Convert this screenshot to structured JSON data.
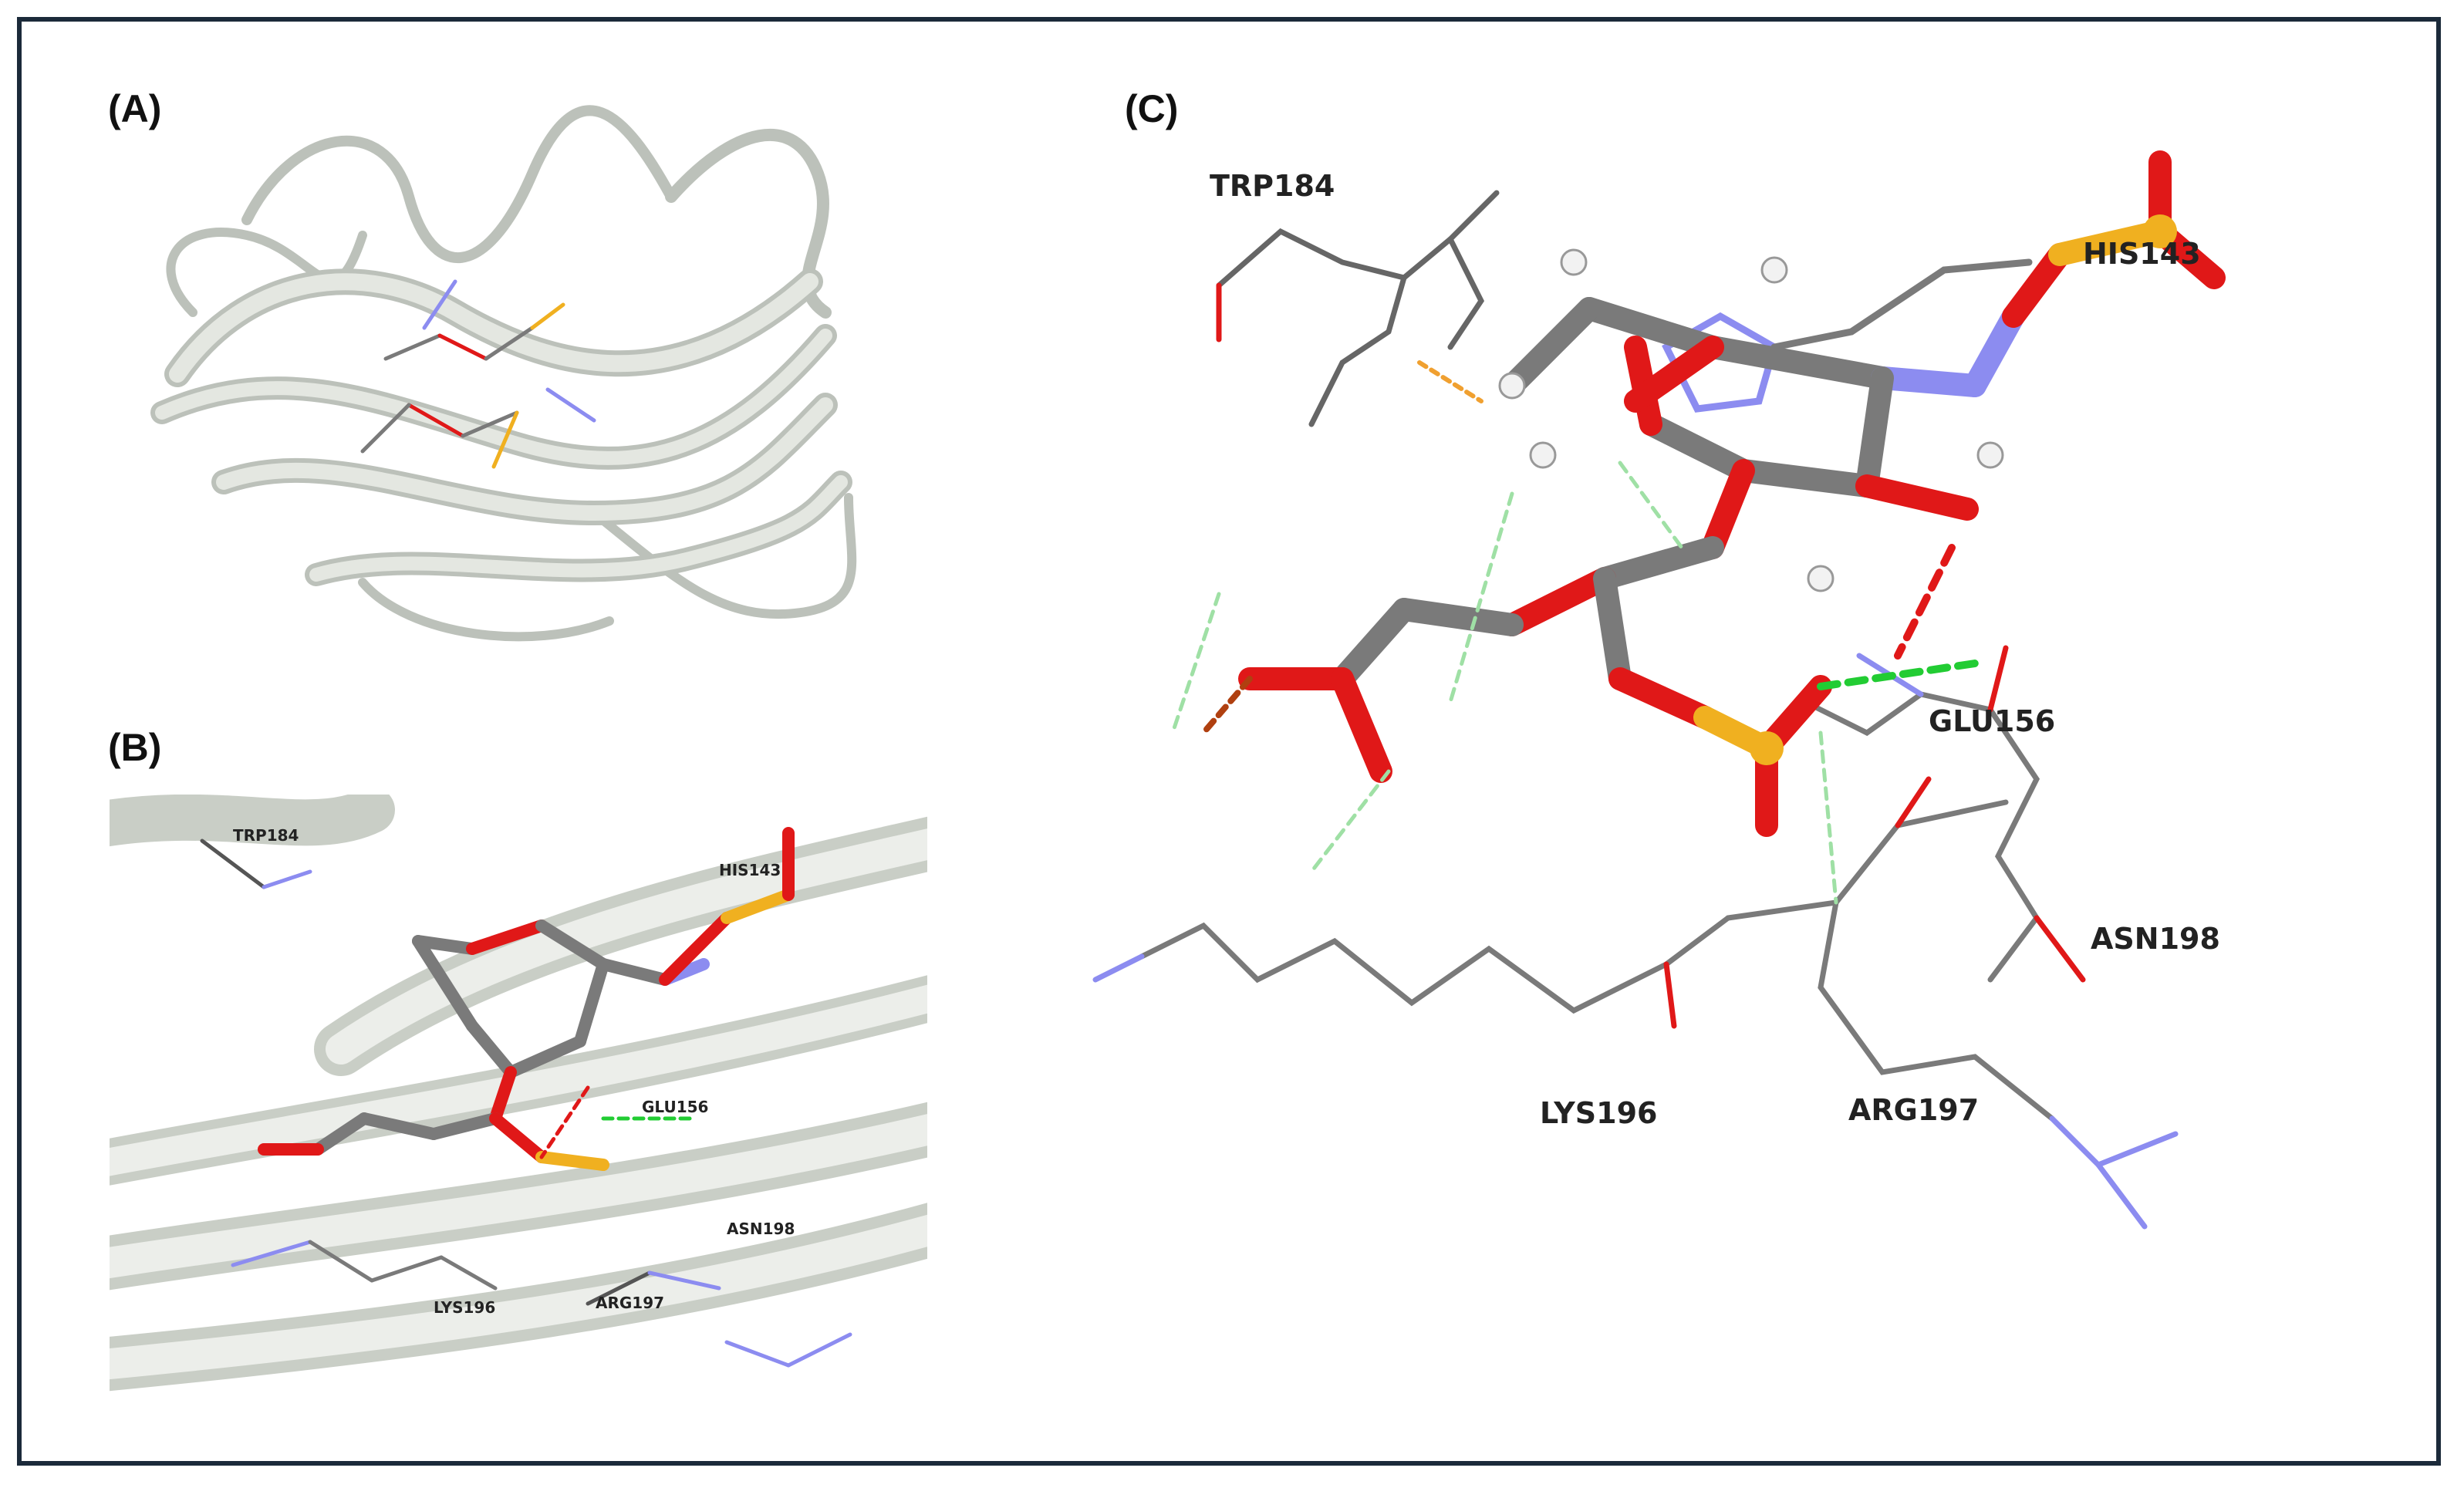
{
  "panels": {
    "a": {
      "label": "(A)"
    },
    "b": {
      "label": "(B)"
    },
    "c": {
      "label": "(C)"
    }
  },
  "residues": {
    "trp184": "TRP184",
    "his143": "HIS143",
    "glu156": "GLU156",
    "asn198": "ASN198",
    "lys196": "LYS196",
    "arg197": "ARG197"
  },
  "colors": {
    "frame": "#1b2a3a",
    "ribbon": "#d7dbd4",
    "carbon": "#7a7a7a",
    "oxygen": "#e01818",
    "nitrogen": "#8c8cf0",
    "sulfur": "#f0b020",
    "hydrogen": "#f2f2f2",
    "hbond": "#22cc33"
  }
}
